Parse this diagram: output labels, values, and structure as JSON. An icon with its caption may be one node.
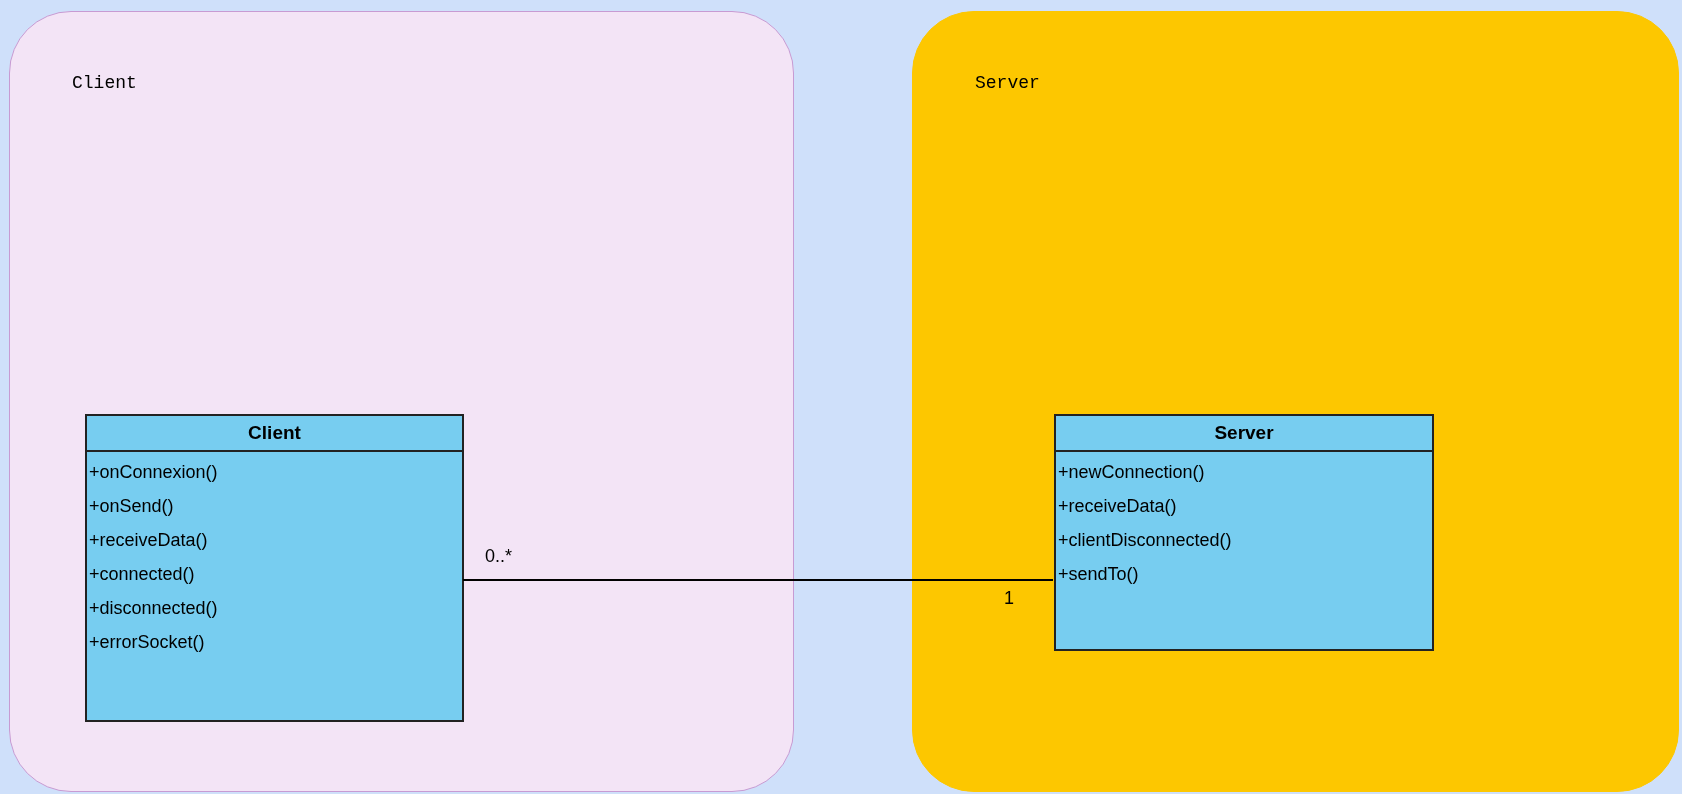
{
  "diagram": {
    "nodes": [
      {
        "text": [
          "Client"
        ]
      },
      {
        "text": [
          "Server"
        ]
      },
      {
        "text": [
          "Client",
          "+onConnexion()",
          "+onSend()",
          "+receiveData()",
          "+connected()",
          "+disconnected()",
          "+errorSocket()"
        ],
        "in": 0
      },
      {
        "text": [
          "Server",
          "+newConnection()",
          "+receiveData()",
          "+clientDisconnected()",
          "+sendTo()"
        ],
        "in": 1
      }
    ],
    "edges": [
      {
        "from": 2,
        "to": 3,
        "arrow": "none"
      }
    ],
    "labels": [
      "0..*",
      "1"
    ]
  }
}
